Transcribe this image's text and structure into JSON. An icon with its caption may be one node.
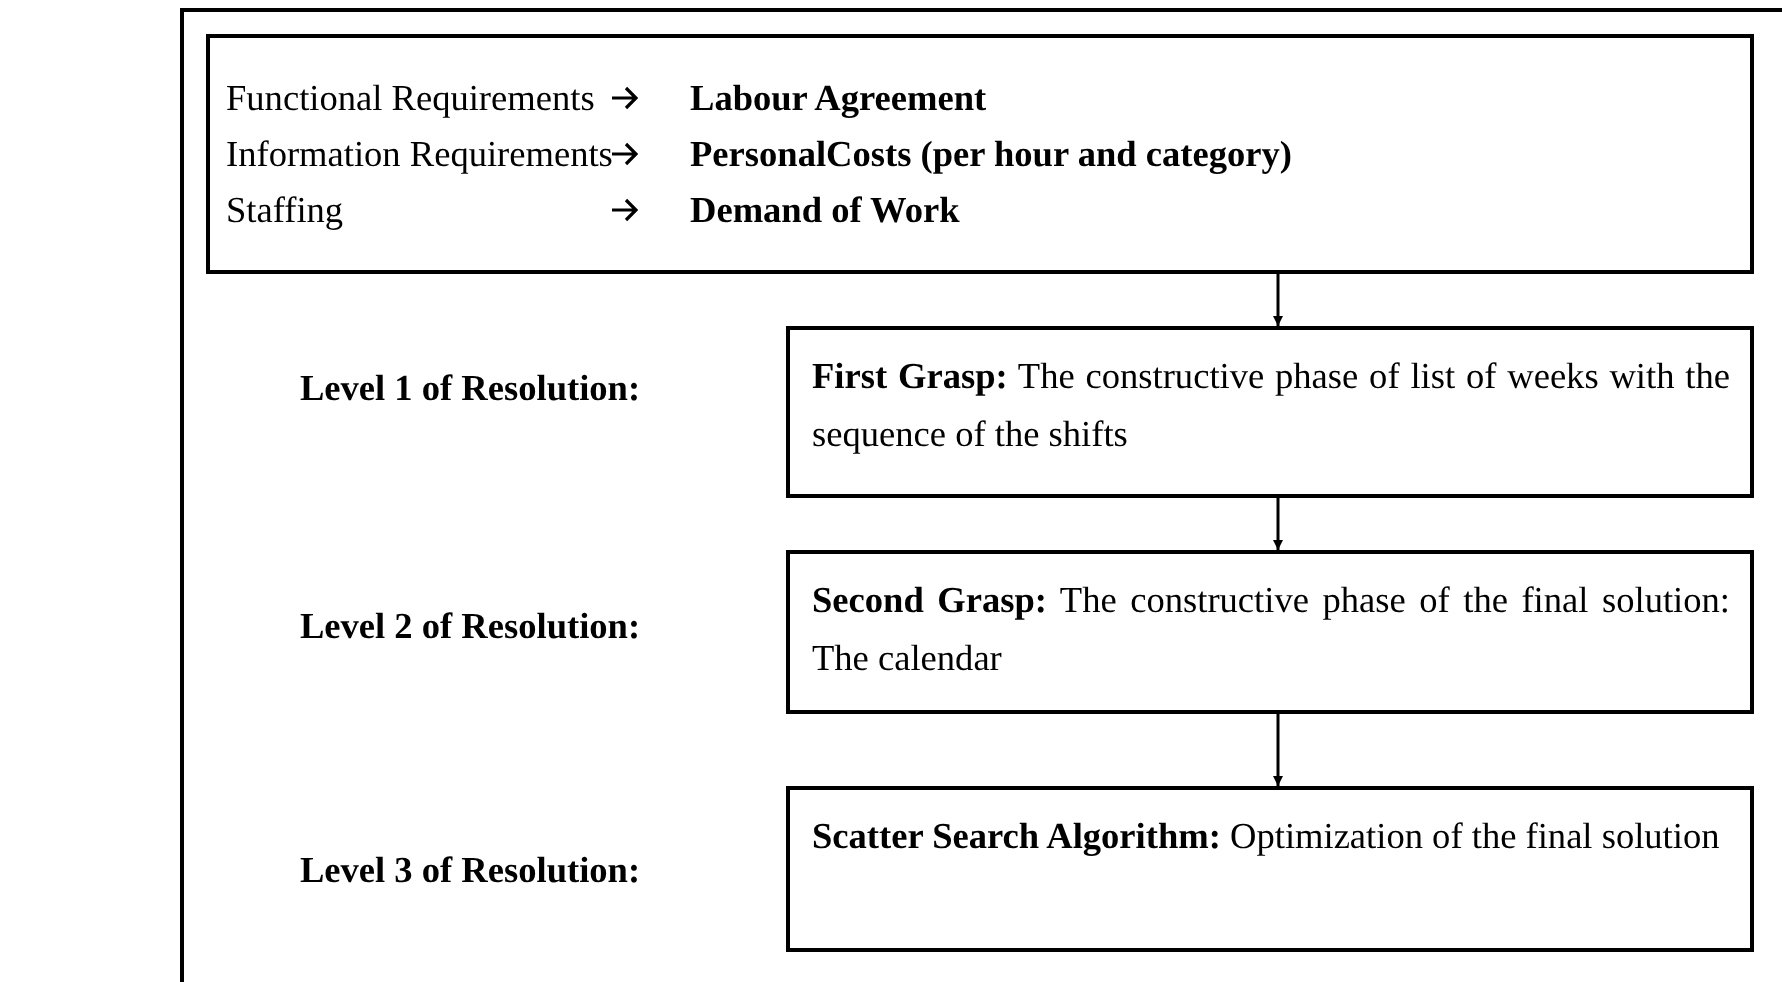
{
  "diagram": {
    "nodes": [
      {
        "text": [
          "Functional Requirements",
          "Labour Agreement",
          "Information Requirements",
          "PersonalCosts (per hour and category)",
          "Staffing",
          "Demand of Work"
        ]
      },
      {
        "text": [
          "**First Grasp:** The constructive phase of list of weeks with the sequence of the shifts"
        ]
      },
      {
        "text": [
          "**Second Grasp:** The constructive phase of the final solution: The calendar"
        ]
      },
      {
        "text": [
          "**Scatter Search Algorithm:** Optimization of the final solution"
        ]
      }
    ],
    "labels": [
      "Level 1 of Resolution:",
      "Level 2 of Resolution:",
      "Level 3 of Resolution:"
    ],
    "edges": [
      {
        "from": 0,
        "to": 1,
        "arrow": "to"
      },
      {
        "from": 1,
        "to": 2,
        "arrow": "to"
      },
      {
        "from": 2,
        "to": 3,
        "arrow": "to"
      }
    ]
  }
}
